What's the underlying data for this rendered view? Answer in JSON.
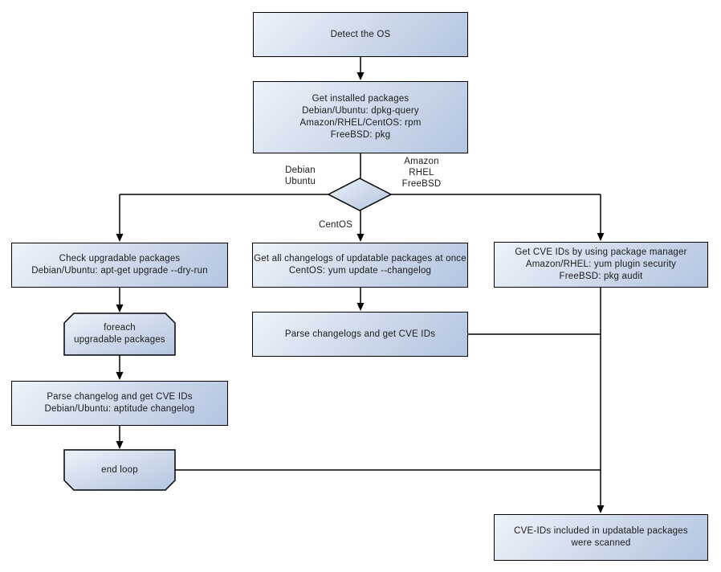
{
  "diagram": {
    "nodes": {
      "detect_os": {
        "lines": [
          "Detect the OS"
        ]
      },
      "get_installed_packages": {
        "lines": [
          "Get installed packages",
          "Debian/Ubuntu: dpkg-query",
          "Amazon/RHEL/CentOS: rpm",
          "FreeBSD: pkg"
        ]
      },
      "os_decision": {
        "type": "decision",
        "label": ""
      },
      "check_upgradable": {
        "lines": [
          "Check upgradable packages",
          "Debian/Ubuntu: apt-get upgrade --dry-run"
        ]
      },
      "foreach_loop": {
        "lines": [
          "foreach",
          "upgradable  packages"
        ]
      },
      "parse_changelog_debian": {
        "lines": [
          "Parse changelog and get  CVE IDs",
          "Debian/Ubuntu: aptitude changelog"
        ]
      },
      "end_loop": {
        "lines": [
          "end loop"
        ]
      },
      "get_all_changelogs": {
        "lines": [
          "Get all changelogs of updatable packages at once",
          "CentOS: yum update --changelog"
        ]
      },
      "parse_changelogs": {
        "lines": [
          "Parse changelogs and get CVE IDs"
        ]
      },
      "get_cve_ids_pkg_manager": {
        "lines": [
          "Get CVE IDs by using package manager",
          "Amazon/RHEL: yum plugin security",
          "FreeBSD: pkg audit"
        ]
      },
      "scanned_result": {
        "lines": [
          "CVE-IDs included in updatable packages",
          "were scanned"
        ]
      }
    },
    "branch_labels": {
      "debian_ubuntu": [
        "Debian",
        "Ubuntu"
      ],
      "amazon_rhel_freebsd": [
        "Amazon",
        "RHEL",
        "FreeBSD"
      ],
      "centos": "CentOS"
    },
    "colors": {
      "node_fill_light": "#eef3fa",
      "node_fill_dark": "#b4c5e2",
      "border": "#000000",
      "line": "#000000",
      "text": "#1b1b1b",
      "background": "#ffffff"
    }
  }
}
